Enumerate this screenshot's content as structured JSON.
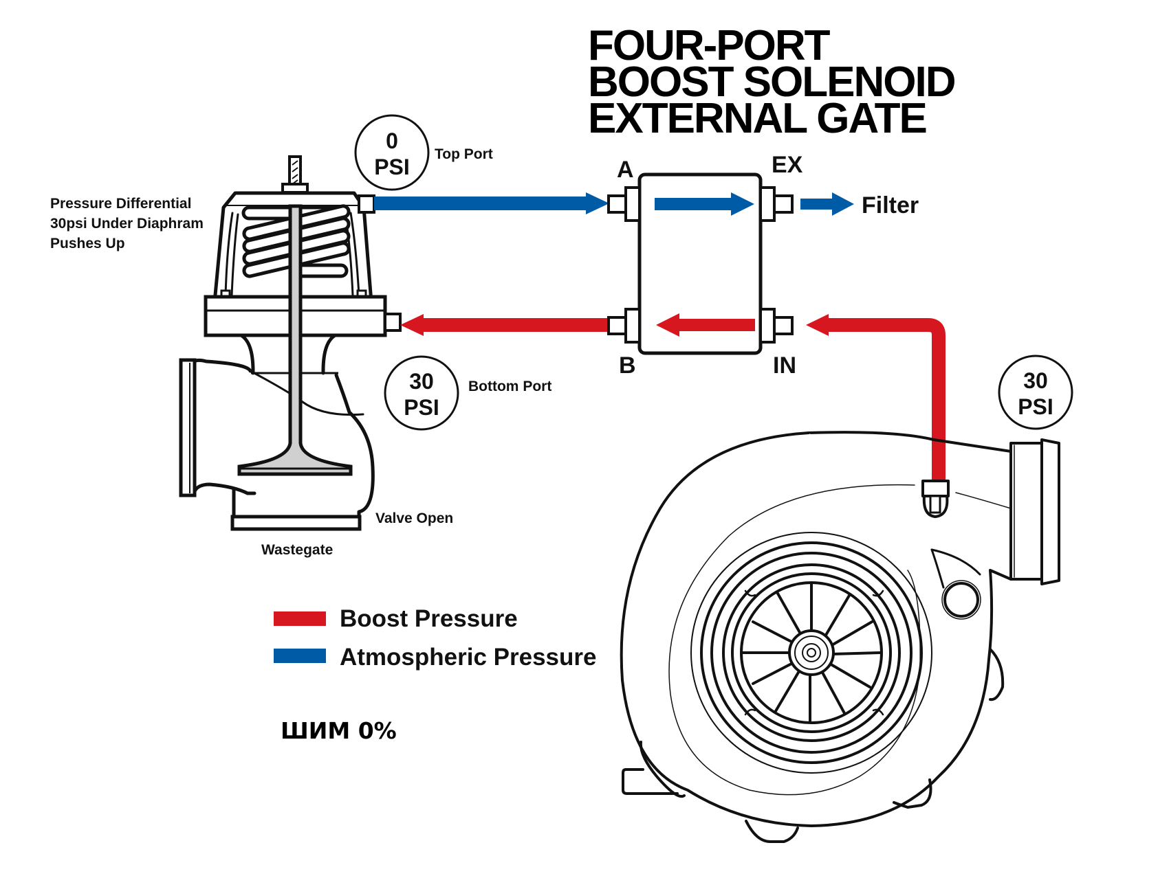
{
  "title": {
    "line1": "FOUR-PORT",
    "line2": "BOOST SOLENOID",
    "line3": "EXTERNAL GATE"
  },
  "wastegate": {
    "note_line1": "Pressure Differential",
    "note_line2": "30psi Under Diaphram",
    "note_line3": "Pushes Up",
    "top_port_label": "Top Port",
    "top_port_pressure_value": "0",
    "top_port_pressure_unit": "PSI",
    "bottom_port_label": "Bottom Port",
    "bottom_port_pressure_value": "30",
    "bottom_port_pressure_unit": "PSI",
    "state_label": "Valve Open",
    "name_label": "Wastegate"
  },
  "solenoid": {
    "port_a": "A",
    "port_b": "B",
    "port_ex": "EX",
    "port_in": "IN",
    "filter_label": "Filter"
  },
  "turbo": {
    "pressure_value": "30",
    "pressure_unit": "PSI"
  },
  "legend": {
    "items": [
      {
        "label": "Boost Pressure",
        "color": "#d7171f"
      },
      {
        "label": "Atmospheric Pressure",
        "color": "#005ba6"
      }
    ]
  },
  "pwm": {
    "label": "ШИМ 0%",
    "duty_percent": 0
  },
  "colors": {
    "boost": "#d7171f",
    "atmospheric": "#005ba6",
    "valve_stem": "#d0d0d0",
    "outline": "#111111"
  }
}
